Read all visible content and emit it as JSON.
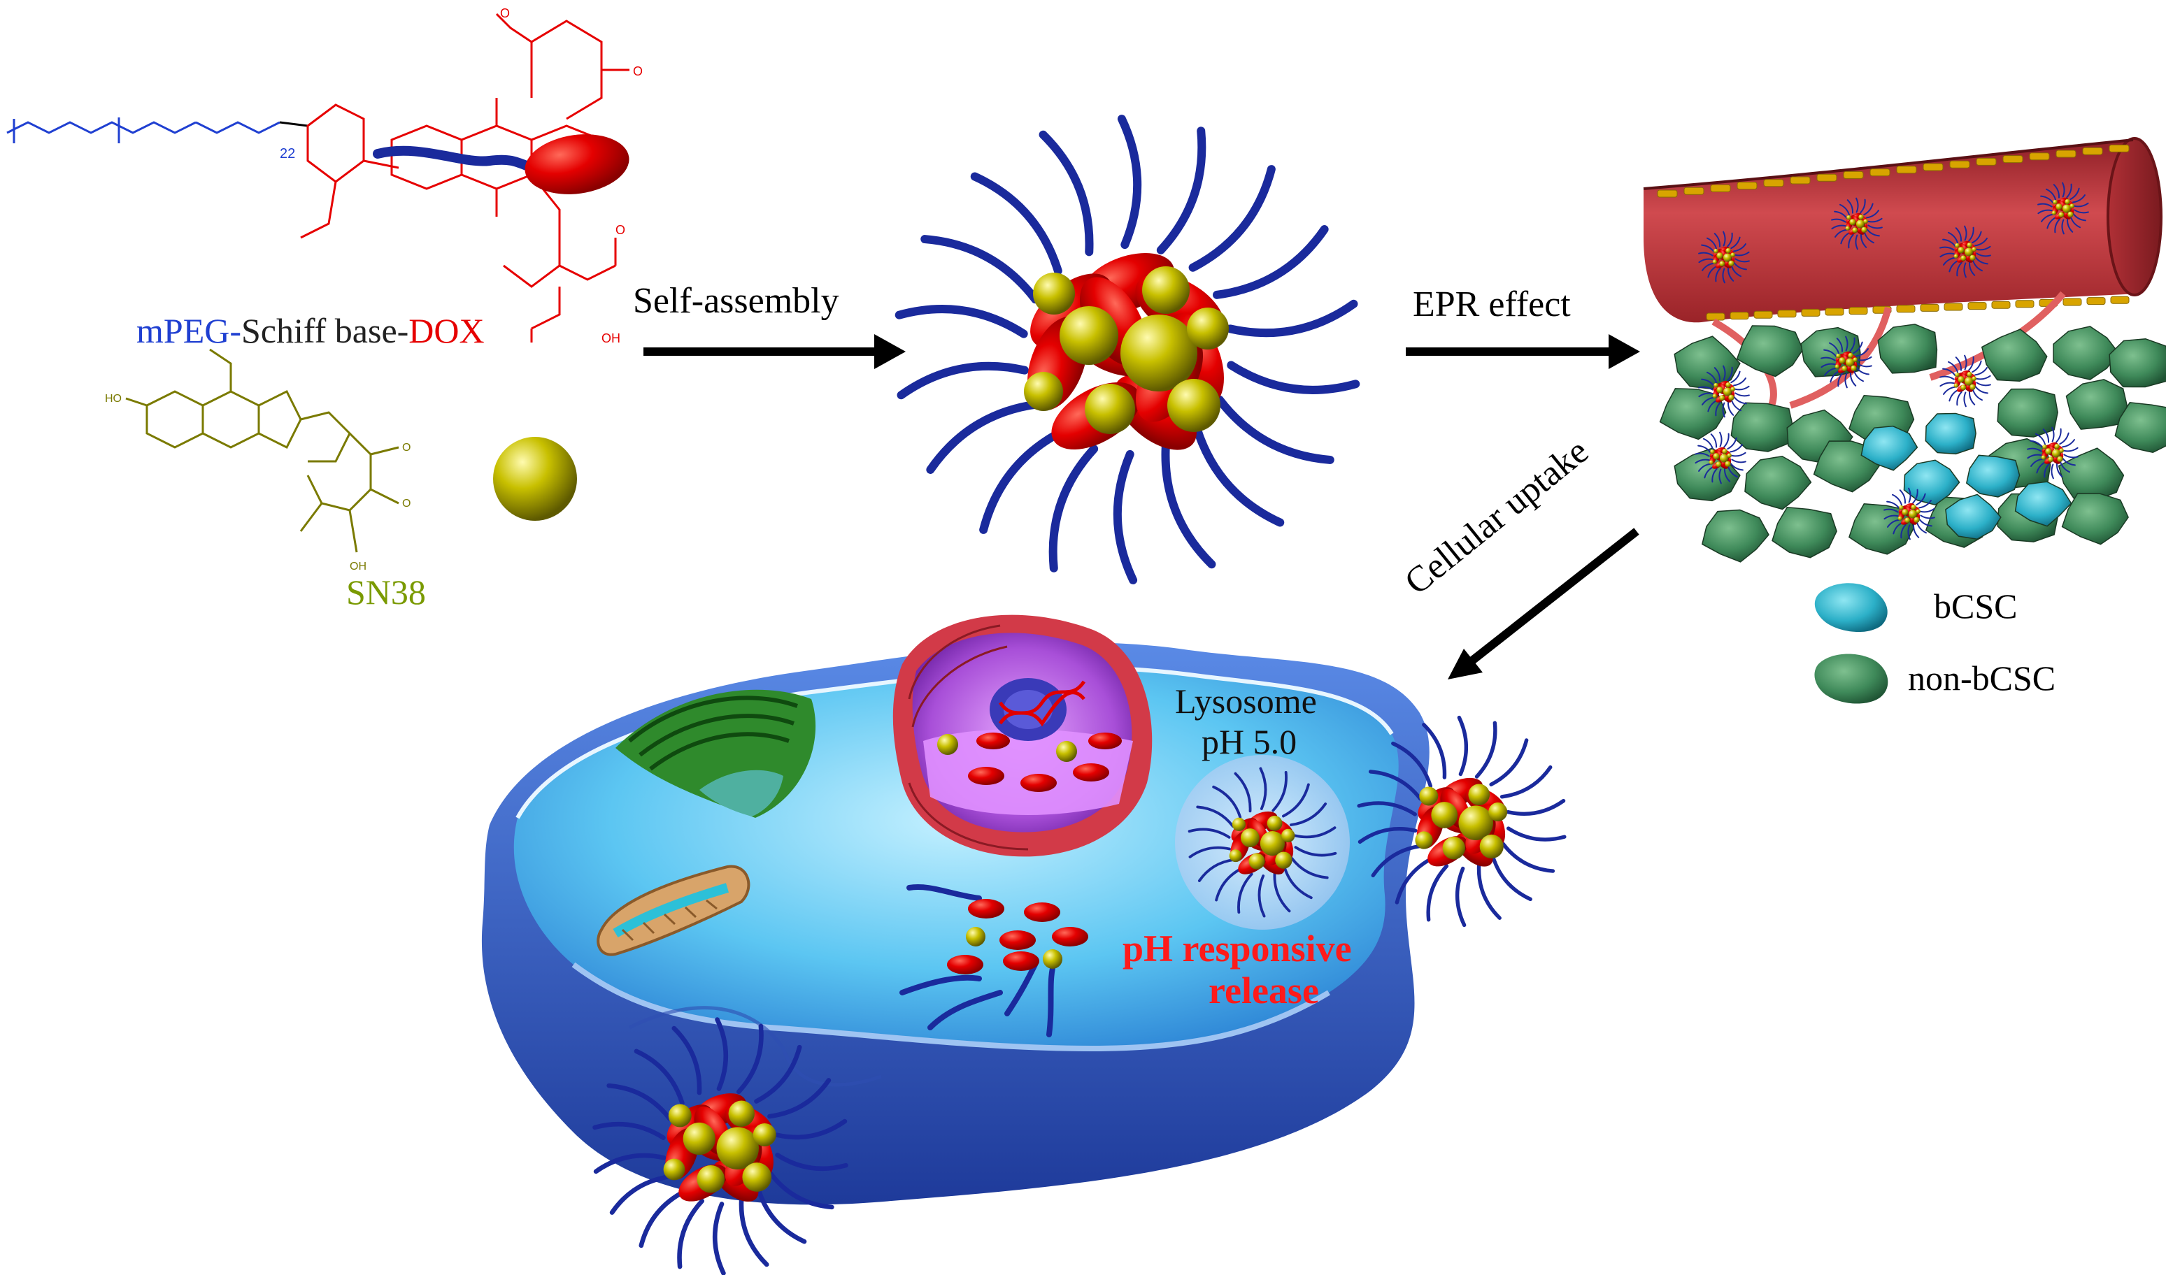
{
  "labels": {
    "formula_mpeg": "mPEG-",
    "formula_schiff": "Schiff base-",
    "formula_dox": "DOX",
    "sn38": "SN38",
    "self_assembly": "Self-assembly",
    "epr_effect": "EPR effect",
    "cellular_uptake": "Cellular uptake",
    "bcsc": "bCSC",
    "non_bcsc": "non-bCSC",
    "lysosome": "Lysosome",
    "ph_value": "pH 5.0",
    "ph_responsive": "pH responsive",
    "release": "release",
    "peg_repeat": "22"
  },
  "colors": {
    "peg": "#1f3fd1",
    "dox": "#e60000",
    "sn38_text": "#7a9a00",
    "sn38_ball": "#c8c000",
    "peg_chain": "#1a2a9c",
    "vessel": "#c0343a",
    "tumor_green": "#3f8a5a",
    "bcsc_cyan": "#2cb0c8",
    "cell_blue": "#3a6fd8",
    "release_red": "#ff1a1a",
    "arrow": "#000000"
  },
  "icons": {
    "peg_dox_conjugate": "chain-ellipse-icon",
    "sn38_drug": "yellow-sphere-icon",
    "micelle": "micelle-icon",
    "blood_vessel": "vessel-icon",
    "tumor_cell": "tumor-cell-icon",
    "cancer_stem_cell": "stem-cell-icon",
    "nucleus": "nucleus-icon",
    "golgi": "golgi-icon",
    "mitochondrion": "mitochondrion-icon",
    "lysosome": "lysosome-icon",
    "dna": "dna-icon"
  }
}
